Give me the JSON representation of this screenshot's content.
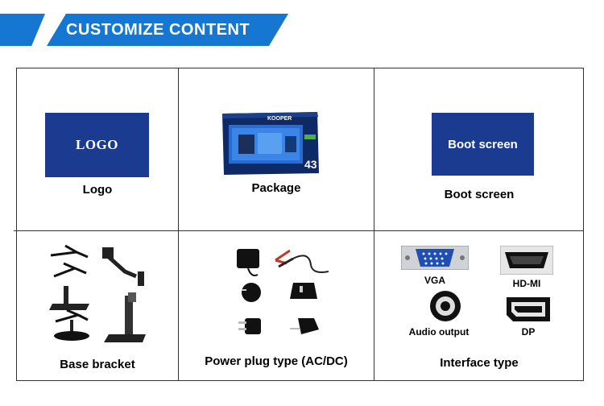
{
  "header": {
    "title": "CUSTOMIZE CONTENT"
  },
  "cells": {
    "logo": {
      "box_text": "LOGO",
      "label": "Logo"
    },
    "package": {
      "box_brand": "KOOPER",
      "box_size": "43",
      "label": "Package"
    },
    "boot_screen": {
      "box_text": "Boot screen",
      "label": "Boot screen"
    },
    "base_bracket": {
      "label": "Base bracket"
    },
    "power_plug": {
      "label": "Power plug type (AC/DC)"
    },
    "interface": {
      "label": "Interface type",
      "ports": [
        "VGA",
        "HD-MI",
        "Audio output",
        "DP"
      ]
    }
  },
  "colors": {
    "banner": "#1677d2",
    "logo_box": "#1a3b8f"
  },
  "icons": [
    "vga-port-icon",
    "hdmi-port-icon",
    "audio-jack-icon",
    "displayport-icon",
    "power-adapter-icon",
    "plug-icon",
    "stand-icon",
    "wall-mount-icon"
  ]
}
